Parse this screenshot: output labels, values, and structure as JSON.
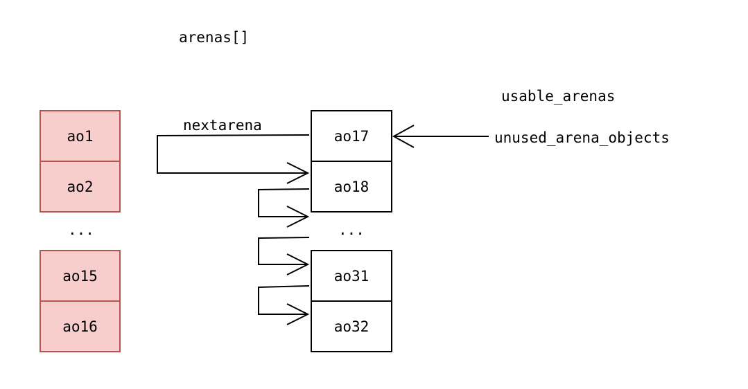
{
  "labels": {
    "arenas": "arenas[]",
    "usable_arenas": "usable_arenas",
    "unused_arena_objects": "unused_arena_objects",
    "nextarena": "nextarena",
    "left_ellipsis": "...",
    "right_ellipsis": "..."
  },
  "left_column": [
    "ao1",
    "ao2",
    "ao15",
    "ao16"
  ],
  "right_column": [
    "ao17",
    "ao18",
    "ao31",
    "ao32"
  ],
  "colors": {
    "used_fill": "#f8cecc",
    "used_stroke": "#b85450",
    "free_fill": "#ffffff",
    "free_stroke": "#000000"
  }
}
